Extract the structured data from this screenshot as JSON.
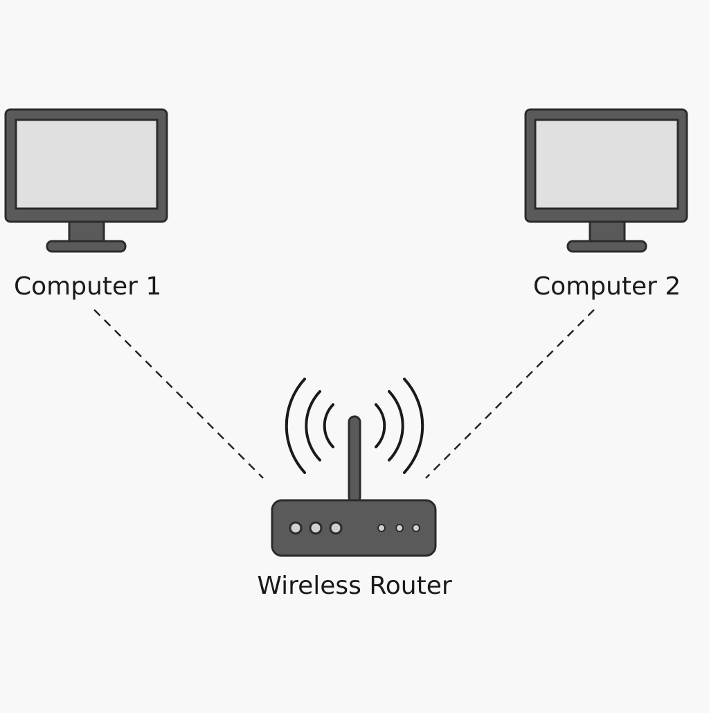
{
  "nodes": {
    "computer_1": {
      "label": "Computer 1"
    },
    "computer_2": {
      "label": "Computer 2"
    },
    "router": {
      "label": "Wireless Router"
    }
  },
  "links": [
    {
      "from": "computer_1",
      "to": "router",
      "style": "dashed"
    },
    {
      "from": "computer_2",
      "to": "router",
      "style": "dashed"
    }
  ],
  "colors": {
    "background": "#f8f8f8",
    "device_body": "#5a5a5a",
    "device_outline": "#2b2b2b",
    "screen": "#e0e0e0",
    "text": "#1a1a1a",
    "led": "#d0d0d0"
  },
  "icons": {
    "computer": "desktop-monitor-icon",
    "router": "wireless-router-icon",
    "signal": "wifi-signal-icon"
  }
}
